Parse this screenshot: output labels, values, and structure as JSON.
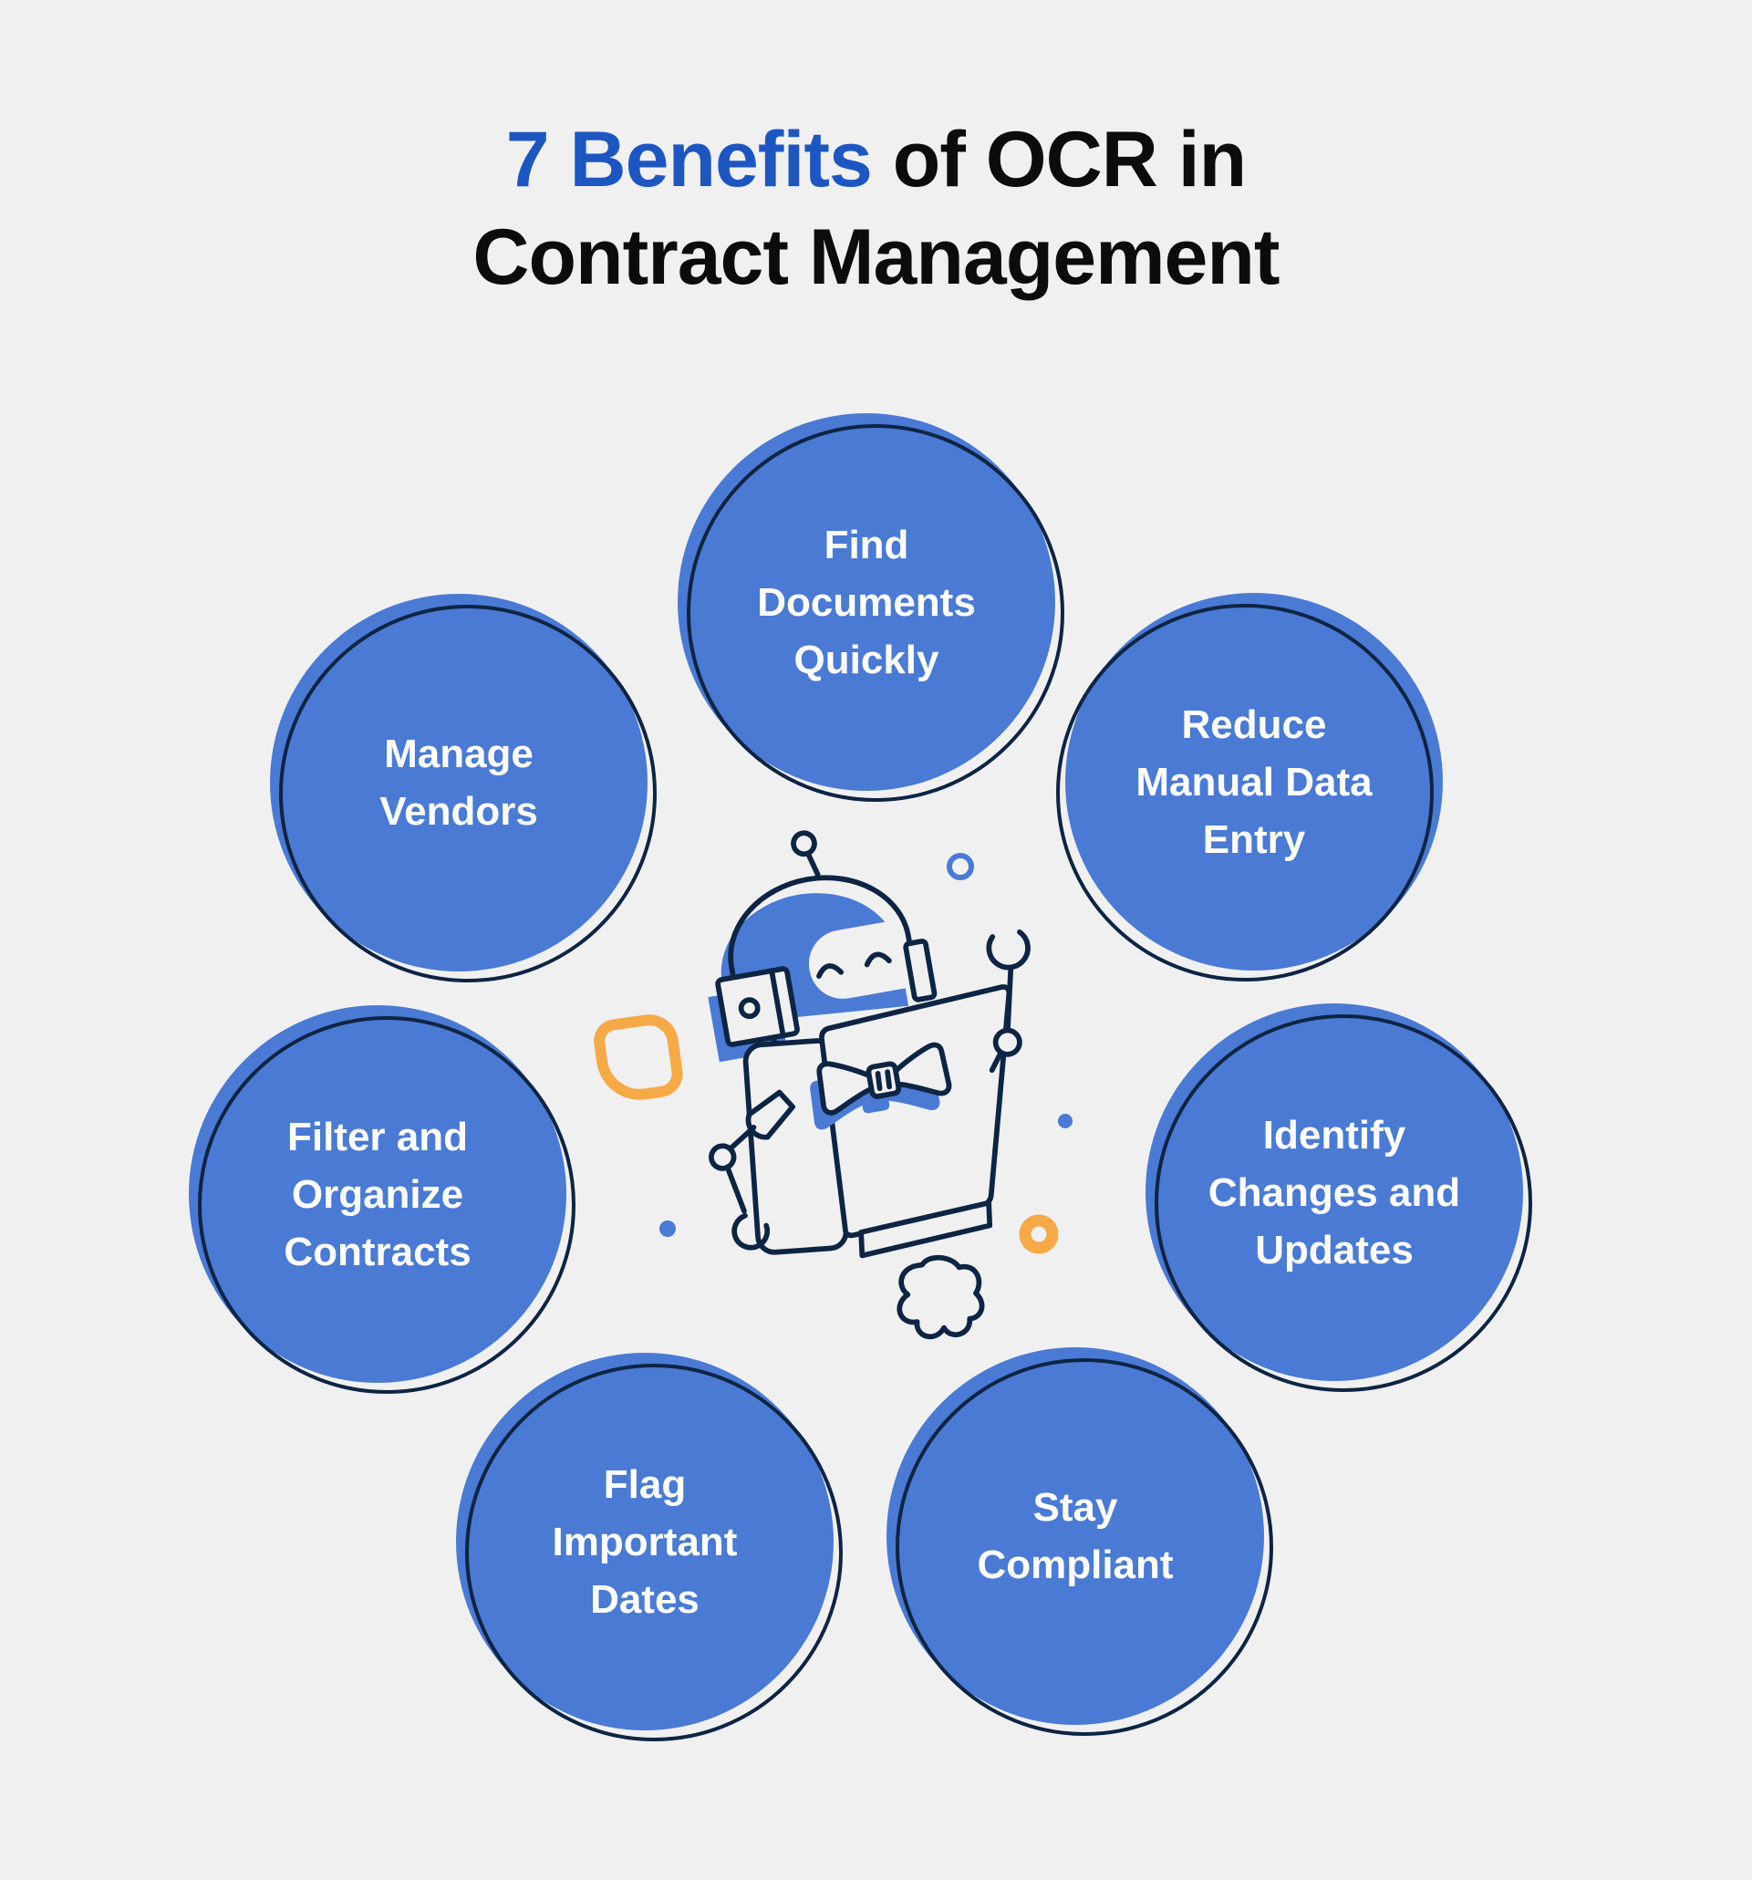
{
  "title": {
    "highlight": "7 Benefits",
    "line1_rest": " of OCR in",
    "line2": "Contract Management"
  },
  "benefits": [
    {
      "id": "find-documents",
      "label": "Find\nDocuments\nQuickly"
    },
    {
      "id": "reduce-manual-data",
      "label": "Reduce\nManual Data\nEntry"
    },
    {
      "id": "identify-changes",
      "label": "Identify\nChanges and\nUpdates"
    },
    {
      "id": "stay-compliant",
      "label": "Stay\nCompliant"
    },
    {
      "id": "flag-dates",
      "label": "Flag\nImportant\nDates"
    },
    {
      "id": "filter-contracts",
      "label": "Filter and\nOrganize\nContracts"
    },
    {
      "id": "manage-vendors",
      "label": "Manage\nVendors"
    }
  ],
  "colors": {
    "page_bg": "#f0f0f1",
    "bubble_fill": "#4a7ad4",
    "outline_navy": "#0e2443",
    "label_white": "#ffffff",
    "title_highlight": "#1e56c1",
    "title_black": "#0c0c0d",
    "accent_blue": "#4a7ad4",
    "accent_orange": "#f5a947"
  },
  "decorations": [
    {
      "icon": "robot-mascot-icon"
    },
    {
      "icon": "orange-leaf-square-icon"
    },
    {
      "icon": "blue-ring-icon"
    },
    {
      "icon": "orange-ring-icon"
    },
    {
      "icon": "blue-dot-icon"
    },
    {
      "icon": "blue-dot-icon"
    }
  ]
}
